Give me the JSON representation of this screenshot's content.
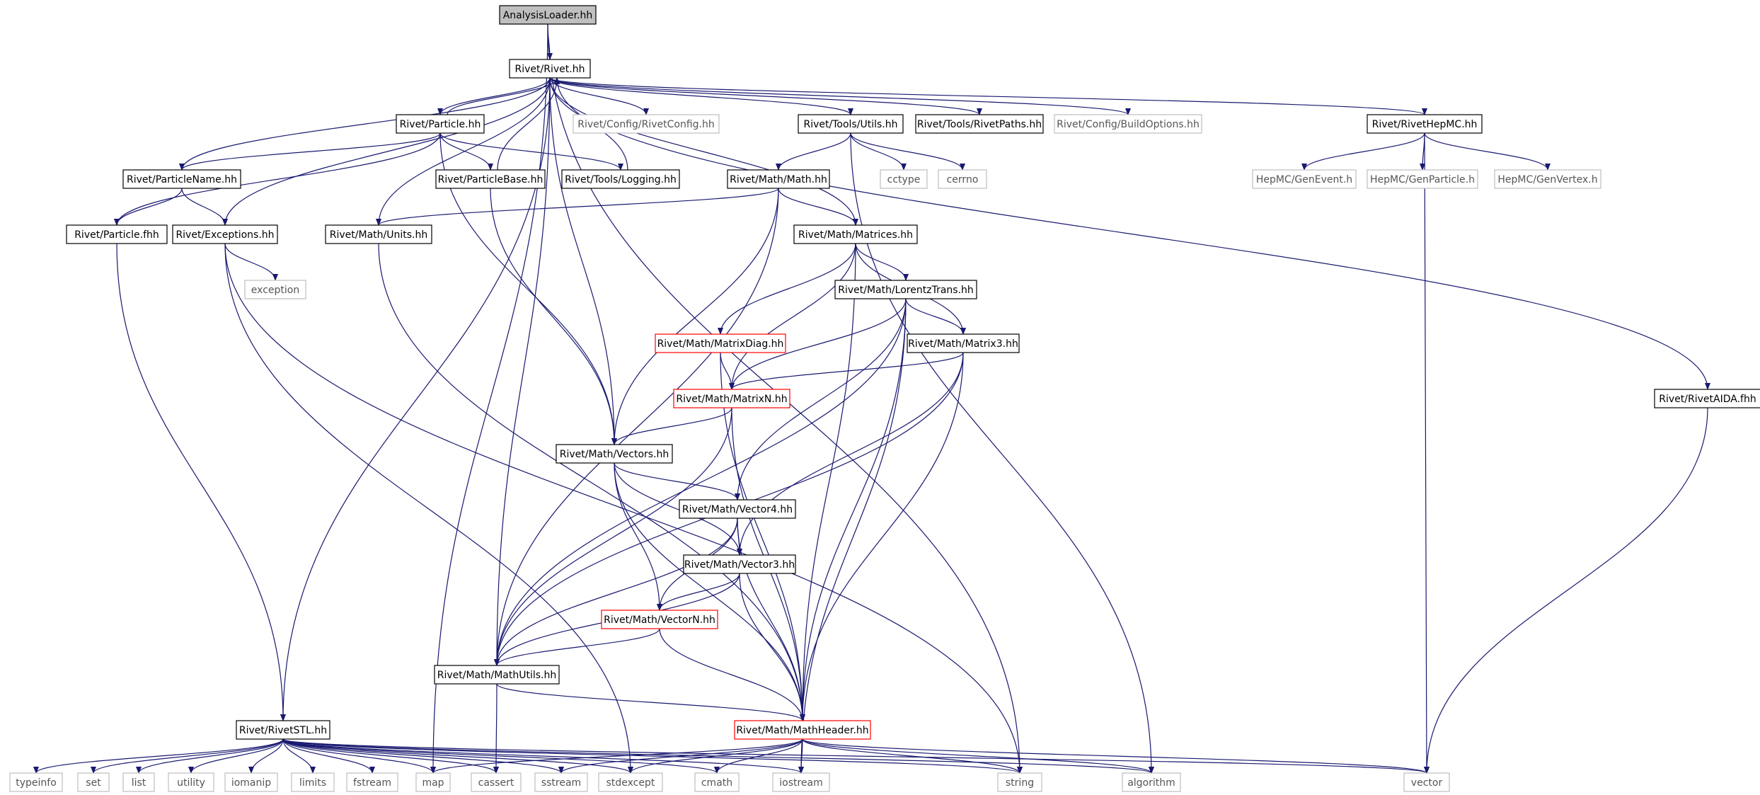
{
  "colors": {
    "edge": "#191970",
    "border_default": "#000000",
    "border_external": "#bfbfbf",
    "border_truncated": "#ff0000",
    "root_fill": "#bfbfbf",
    "text_default": "#000000",
    "text_external": "#555555"
  },
  "graph": {
    "nodes": [
      {
        "id": "analysisloader",
        "label": "AnalysisLoader.hh",
        "kind": "root"
      },
      {
        "id": "rivet",
        "label": "Rivet/Rivet.hh",
        "kind": "default"
      },
      {
        "id": "particle",
        "label": "Rivet/Particle.hh",
        "kind": "default"
      },
      {
        "id": "rivetconfig",
        "label": "Rivet/Config/RivetConfig.hh",
        "kind": "external"
      },
      {
        "id": "toolsutils",
        "label": "Rivet/Tools/Utils.hh",
        "kind": "default"
      },
      {
        "id": "rivetpaths",
        "label": "Rivet/Tools/RivetPaths.hh",
        "kind": "default"
      },
      {
        "id": "buildoptions",
        "label": "Rivet/Config/BuildOptions.hh",
        "kind": "external"
      },
      {
        "id": "rivethepmc",
        "label": "Rivet/RivetHepMC.hh",
        "kind": "default"
      },
      {
        "id": "particlename",
        "label": "Rivet/ParticleName.hh",
        "kind": "default"
      },
      {
        "id": "particlebase",
        "label": "Rivet/ParticleBase.hh",
        "kind": "default"
      },
      {
        "id": "logging",
        "label": "Rivet/Tools/Logging.hh",
        "kind": "default"
      },
      {
        "id": "mathmath",
        "label": "Rivet/Math/Math.hh",
        "kind": "default"
      },
      {
        "id": "cctype",
        "label": "cctype",
        "kind": "external"
      },
      {
        "id": "cerrno",
        "label": "cerrno",
        "kind": "external"
      },
      {
        "id": "genevent",
        "label": "HepMC/GenEvent.h",
        "kind": "external"
      },
      {
        "id": "genparticle",
        "label": "HepMC/GenParticle.h",
        "kind": "external"
      },
      {
        "id": "genvertex",
        "label": "HepMC/GenVertex.h",
        "kind": "external"
      },
      {
        "id": "particlefhh",
        "label": "Rivet/Particle.fhh",
        "kind": "default"
      },
      {
        "id": "exceptions",
        "label": "Rivet/Exceptions.hh",
        "kind": "default"
      },
      {
        "id": "units",
        "label": "Rivet/Math/Units.hh",
        "kind": "default"
      },
      {
        "id": "matrices",
        "label": "Rivet/Math/Matrices.hh",
        "kind": "default"
      },
      {
        "id": "exception",
        "label": "exception",
        "kind": "external"
      },
      {
        "id": "lorentztrans",
        "label": "Rivet/Math/LorentzTrans.hh",
        "kind": "default"
      },
      {
        "id": "matrixdiag",
        "label": "Rivet/Math/MatrixDiag.hh",
        "kind": "truncated"
      },
      {
        "id": "matrix3",
        "label": "Rivet/Math/Matrix3.hh",
        "kind": "default"
      },
      {
        "id": "matrixn",
        "label": "Rivet/Math/MatrixN.hh",
        "kind": "truncated"
      },
      {
        "id": "rivetaida",
        "label": "Rivet/RivetAIDA.fhh",
        "kind": "default"
      },
      {
        "id": "vectors",
        "label": "Rivet/Math/Vectors.hh",
        "kind": "default"
      },
      {
        "id": "vector4",
        "label": "Rivet/Math/Vector4.hh",
        "kind": "default"
      },
      {
        "id": "vector3",
        "label": "Rivet/Math/Vector3.hh",
        "kind": "default"
      },
      {
        "id": "vectorn",
        "label": "Rivet/Math/VectorN.hh",
        "kind": "truncated"
      },
      {
        "id": "mathutils",
        "label": "Rivet/Math/MathUtils.hh",
        "kind": "default"
      },
      {
        "id": "rivetstl",
        "label": "Rivet/RivetSTL.hh",
        "kind": "default"
      },
      {
        "id": "mathheader",
        "label": "Rivet/Math/MathHeader.hh",
        "kind": "truncated"
      },
      {
        "id": "typeinfo",
        "label": "typeinfo",
        "kind": "external"
      },
      {
        "id": "set",
        "label": "set",
        "kind": "external"
      },
      {
        "id": "list",
        "label": "list",
        "kind": "external"
      },
      {
        "id": "utility",
        "label": "utility",
        "kind": "external"
      },
      {
        "id": "iomanip",
        "label": "iomanip",
        "kind": "external"
      },
      {
        "id": "limits",
        "label": "limits",
        "kind": "external"
      },
      {
        "id": "fstream",
        "label": "fstream",
        "kind": "external"
      },
      {
        "id": "map",
        "label": "map",
        "kind": "external"
      },
      {
        "id": "cassert",
        "label": "cassert",
        "kind": "external"
      },
      {
        "id": "sstream",
        "label": "sstream",
        "kind": "external"
      },
      {
        "id": "stdexcept",
        "label": "stdexcept",
        "kind": "external"
      },
      {
        "id": "cmath",
        "label": "cmath",
        "kind": "external"
      },
      {
        "id": "iostream",
        "label": "iostream",
        "kind": "external"
      },
      {
        "id": "string",
        "label": "string",
        "kind": "external"
      },
      {
        "id": "algorithm",
        "label": "algorithm",
        "kind": "external"
      },
      {
        "id": "vector",
        "label": "vector",
        "kind": "external"
      }
    ],
    "edges": [
      [
        "analysisloader",
        "rivet"
      ],
      [
        "analysisloader",
        "map"
      ],
      [
        "analysisloader",
        "string"
      ],
      [
        "rivet",
        "particle"
      ],
      [
        "rivet",
        "rivetconfig"
      ],
      [
        "rivet",
        "toolsutils"
      ],
      [
        "rivet",
        "rivetpaths"
      ],
      [
        "rivet",
        "buildoptions"
      ],
      [
        "rivet",
        "rivethepmc"
      ],
      [
        "rivet",
        "particlename"
      ],
      [
        "rivet",
        "exceptions"
      ],
      [
        "rivet",
        "units"
      ],
      [
        "rivet",
        "matrices"
      ],
      [
        "rivet",
        "vectors"
      ],
      [
        "rivet",
        "mathutils"
      ],
      [
        "rivet",
        "rivetstl"
      ],
      [
        "rivet",
        "rivetaida"
      ],
      [
        "particle",
        "rivet"
      ],
      [
        "particle",
        "particlename"
      ],
      [
        "particle",
        "particlebase"
      ],
      [
        "particle",
        "logging"
      ],
      [
        "particle",
        "particlefhh"
      ],
      [
        "particle",
        "vectors"
      ],
      [
        "particlebase",
        "rivet"
      ],
      [
        "particlebase",
        "vectors"
      ],
      [
        "logging",
        "rivet"
      ],
      [
        "toolsutils",
        "mathmath"
      ],
      [
        "toolsutils",
        "cctype"
      ],
      [
        "toolsutils",
        "cerrno"
      ],
      [
        "toolsutils",
        "algorithm"
      ],
      [
        "rivethepmc",
        "genevent"
      ],
      [
        "rivethepmc",
        "genparticle"
      ],
      [
        "rivethepmc",
        "genvertex"
      ],
      [
        "rivethepmc",
        "vector"
      ],
      [
        "particlename",
        "particlefhh"
      ],
      [
        "particlename",
        "exceptions"
      ],
      [
        "particlefhh",
        "rivetstl"
      ],
      [
        "exceptions",
        "exception"
      ],
      [
        "exceptions",
        "stdexcept"
      ],
      [
        "exceptions",
        "string"
      ],
      [
        "units",
        "mathheader"
      ],
      [
        "mathmath",
        "units"
      ],
      [
        "mathmath",
        "matrices"
      ],
      [
        "mathmath",
        "vectors"
      ],
      [
        "mathmath",
        "mathutils"
      ],
      [
        "matrices",
        "lorentztrans"
      ],
      [
        "matrices",
        "matrixdiag"
      ],
      [
        "matrices",
        "matrix3"
      ],
      [
        "matrices",
        "matrixn"
      ],
      [
        "matrices",
        "mathheader"
      ],
      [
        "lorentztrans",
        "matrix3"
      ],
      [
        "lorentztrans",
        "matrixn"
      ],
      [
        "lorentztrans",
        "vector4"
      ],
      [
        "lorentztrans",
        "mathutils"
      ],
      [
        "lorentztrans",
        "mathheader"
      ],
      [
        "lorentztrans",
        "iostream"
      ],
      [
        "matrixdiag",
        "matrixn"
      ],
      [
        "matrixdiag",
        "mathheader"
      ],
      [
        "matrix3",
        "matrixn"
      ],
      [
        "matrix3",
        "vector3"
      ],
      [
        "matrix3",
        "mathutils"
      ],
      [
        "matrix3",
        "mathheader"
      ],
      [
        "matrixn",
        "vectors"
      ],
      [
        "matrixn",
        "mathutils"
      ],
      [
        "matrixn",
        "mathheader"
      ],
      [
        "vectors",
        "vector4"
      ],
      [
        "vectors",
        "vector3"
      ],
      [
        "vectors",
        "vectorn"
      ],
      [
        "vectors",
        "mathheader"
      ],
      [
        "vector4",
        "vector3"
      ],
      [
        "vector4",
        "vectorn"
      ],
      [
        "vector4",
        "mathutils"
      ],
      [
        "vector4",
        "mathheader"
      ],
      [
        "vector3",
        "vectorn"
      ],
      [
        "vector3",
        "mathutils"
      ],
      [
        "vector3",
        "mathheader"
      ],
      [
        "vectorn",
        "mathutils"
      ],
      [
        "vectorn",
        "mathheader"
      ],
      [
        "mathutils",
        "mathheader"
      ],
      [
        "mathutils",
        "cassert"
      ],
      [
        "rivetaida",
        "vector"
      ],
      [
        "rivetstl",
        "typeinfo"
      ],
      [
        "rivetstl",
        "set"
      ],
      [
        "rivetstl",
        "list"
      ],
      [
        "rivetstl",
        "utility"
      ],
      [
        "rivetstl",
        "iomanip"
      ],
      [
        "rivetstl",
        "limits"
      ],
      [
        "rivetstl",
        "fstream"
      ],
      [
        "rivetstl",
        "map"
      ],
      [
        "rivetstl",
        "cassert"
      ],
      [
        "rivetstl",
        "sstream"
      ],
      [
        "rivetstl",
        "stdexcept"
      ],
      [
        "rivetstl",
        "cmath"
      ],
      [
        "rivetstl",
        "iostream"
      ],
      [
        "rivetstl",
        "string"
      ],
      [
        "rivetstl",
        "algorithm"
      ],
      [
        "rivetstl",
        "vector"
      ],
      [
        "mathheader",
        "map"
      ],
      [
        "mathheader",
        "sstream"
      ],
      [
        "mathheader",
        "stdexcept"
      ],
      [
        "mathheader",
        "cmath"
      ],
      [
        "mathheader",
        "iostream"
      ],
      [
        "mathheader",
        "string"
      ],
      [
        "mathheader",
        "algorithm"
      ],
      [
        "mathheader",
        "vector"
      ]
    ]
  }
}
